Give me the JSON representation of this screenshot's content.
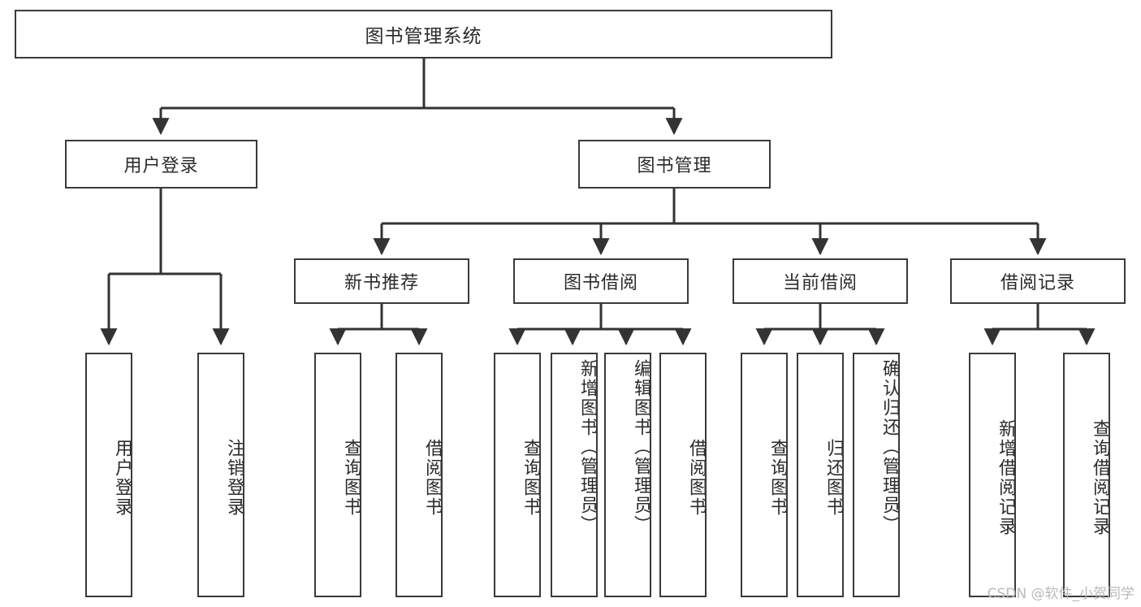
{
  "diagram": {
    "title": "图书管理系统",
    "type": "tree",
    "watermark": "CSDN @软件_小贺同学",
    "colors": {
      "background": "#ffffff",
      "node_border": "#3a3a3a",
      "node_fill": "#ffffff",
      "edge": "#333333",
      "text": "#2b2b2b",
      "watermark": "#b9b9b9"
    },
    "root": {
      "id": "root",
      "label": "图书管理系统"
    },
    "level2": [
      {
        "id": "user-login",
        "label": "用户登录"
      },
      {
        "id": "book-manage",
        "label": "图书管理"
      }
    ],
    "level3": [
      {
        "id": "new-book-recommend",
        "label": "新书推荐"
      },
      {
        "id": "book-borrow",
        "label": "图书借阅"
      },
      {
        "id": "current-borrow",
        "label": "当前借阅"
      },
      {
        "id": "borrow-record",
        "label": "借阅记录"
      }
    ],
    "leaves": {
      "user_login": [
        {
          "id": "leaf-user-login",
          "label": "用户登录"
        },
        {
          "id": "leaf-logout",
          "label": "注销登录"
        }
      ],
      "new_book_recommend": [
        {
          "id": "leaf-query-book-1",
          "label": "查询图书"
        },
        {
          "id": "leaf-borrow-book-1",
          "label": "借阅图书"
        }
      ],
      "book_borrow": [
        {
          "id": "leaf-query-book-2",
          "label": "查询图书"
        },
        {
          "id": "leaf-add-book",
          "label": "新增图书（管理员）"
        },
        {
          "id": "leaf-edit-book",
          "label": "编辑图书（管理员）"
        },
        {
          "id": "leaf-borrow-book-2",
          "label": "借阅图书"
        }
      ],
      "current_borrow": [
        {
          "id": "leaf-query-book-3",
          "label": "查询图书"
        },
        {
          "id": "leaf-return-book",
          "label": "归还图书"
        },
        {
          "id": "leaf-confirm-return",
          "label": "确认归还（管理员）"
        }
      ],
      "borrow_record": [
        {
          "id": "leaf-add-record",
          "label": "新增借阅记录"
        },
        {
          "id": "leaf-query-record",
          "label": "查询借阅记录"
        }
      ]
    }
  }
}
